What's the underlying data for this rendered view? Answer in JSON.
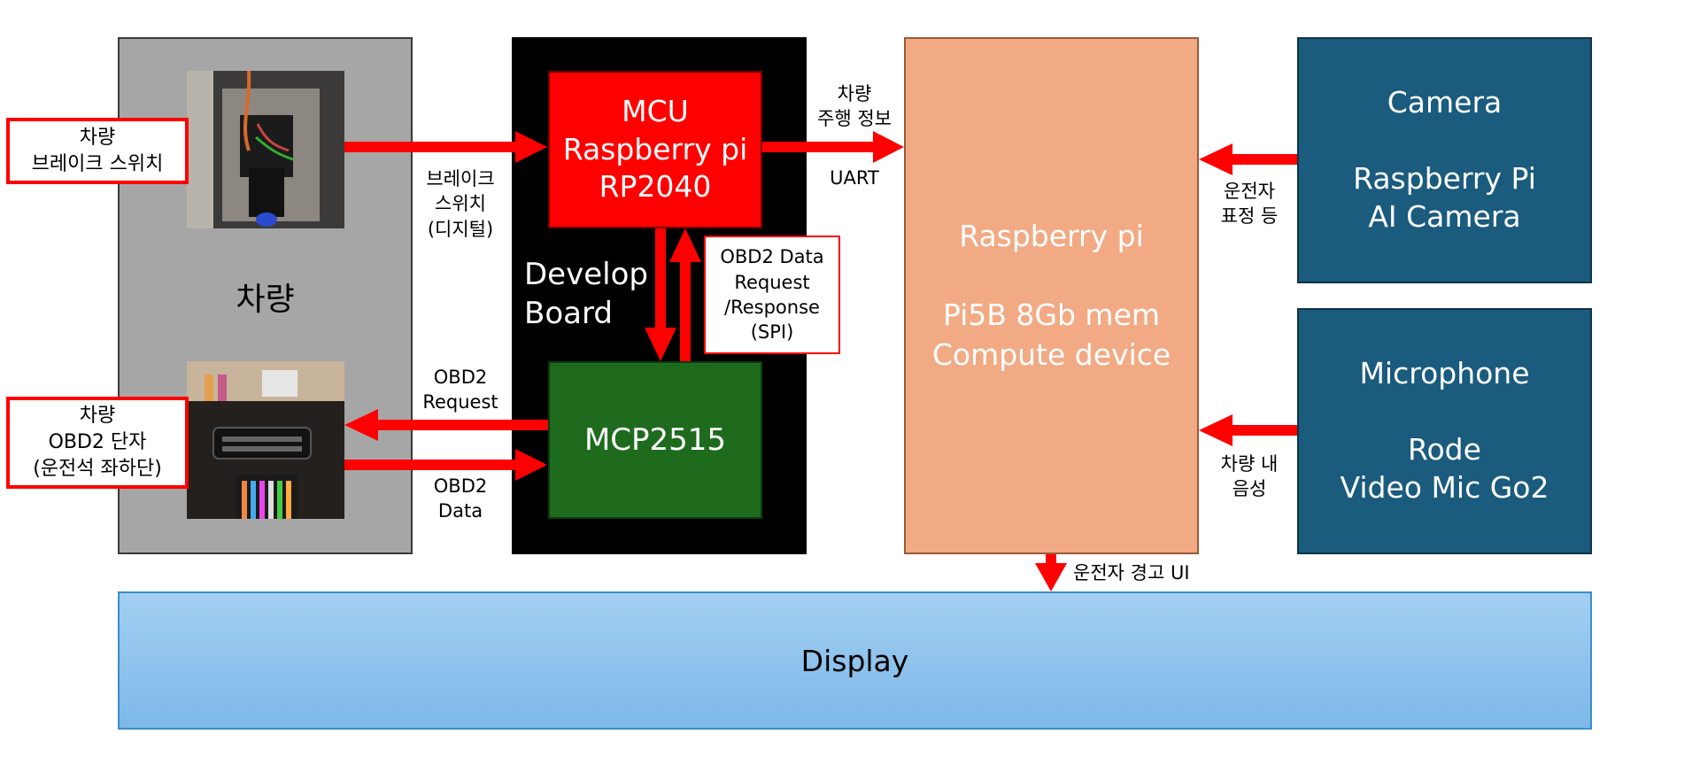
{
  "colors": {
    "vehicle_panel": "#a6a6a6",
    "board_panel": "#000000",
    "mcu": "#ff0000",
    "mcp": "#1e6b1e",
    "pi": "#f2aa84",
    "module": "#1a5b7e",
    "display": "#9dc9ee",
    "arrow": "#ff0000"
  },
  "vehicle": {
    "title": "차량",
    "brake_label": "차량\n브레이크 스위치",
    "obd_label": "차량\nOBD2 단자\n(운전석 좌하단)"
  },
  "board": {
    "title": "Develop\nBoard",
    "mcu": "MCU\nRaspberry pi\nRP2040",
    "mcp": "MCP2515",
    "spi_label": "OBD2 Data\nRequest\n/Response\n(SPI)"
  },
  "links": {
    "brake_switch": "브레이크\n스위치\n(디지털)",
    "obd_request": "OBD2\nRequest",
    "obd_data": "OBD2\nData",
    "drive_info": "차량\n주행 정보",
    "uart": "UART",
    "driver_expression": "운전자\n표정 등",
    "cabin_audio": "차량 내\n음성",
    "warning_ui": "운전자 경고 UI"
  },
  "pi": {
    "text": "Raspberry pi\n\nPi5B 8Gb mem\nCompute device"
  },
  "camera": {
    "text": "Camera\n\nRaspberry Pi\nAI Camera"
  },
  "microphone": {
    "text": "Microphone\n\nRode\nVideo Mic Go2"
  },
  "display": {
    "text": "Display"
  }
}
